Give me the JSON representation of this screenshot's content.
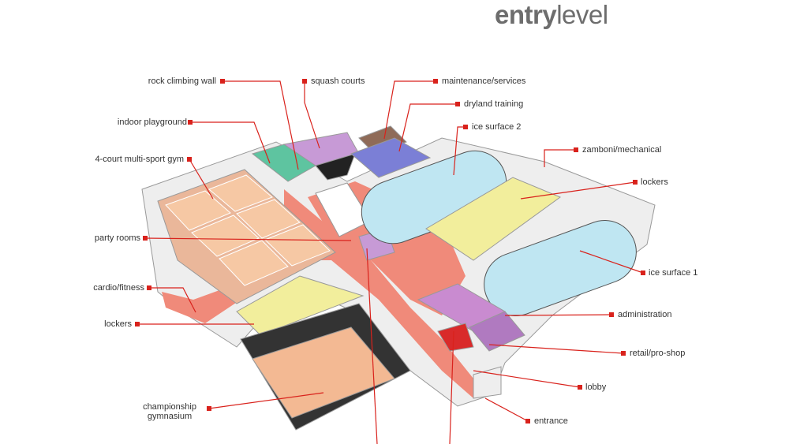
{
  "title": {
    "bold": "entry",
    "light": "level"
  },
  "colors": {
    "leader": "#d9221c",
    "corridor": "#f08a7a",
    "ice": "#bfe6f2",
    "court": "#f6c8a4",
    "lockers": "#f2ee9c",
    "admin": "#c98bd0",
    "dryland": "#7b7fd6",
    "gym_floor": "#f3b993"
  },
  "labels": {
    "rock_climbing_wall": "rock climbing wall",
    "squash_courts": "squash courts",
    "maintenance_services": "maintenance/services",
    "dryland_training": "dryland training",
    "ice_surface_2": "ice surface 2",
    "zamboni_mechanical": "zamboni/mechanical",
    "lockers_right": "lockers",
    "ice_surface_1": "ice surface 1",
    "administration": "administration",
    "retail_pro_shop": "retail/pro-shop",
    "lobby": "lobby",
    "entrance": "entrance",
    "indoor_playground": "indoor playground",
    "multi_sport_gym": "4-court multi-sport gym",
    "party_rooms": "party rooms",
    "cardio_fitness": "cardio/fitness",
    "lockers_left": "lockers",
    "championship_gymnasium_1": "championship",
    "championship_gymnasium_2": "gymnasium"
  }
}
